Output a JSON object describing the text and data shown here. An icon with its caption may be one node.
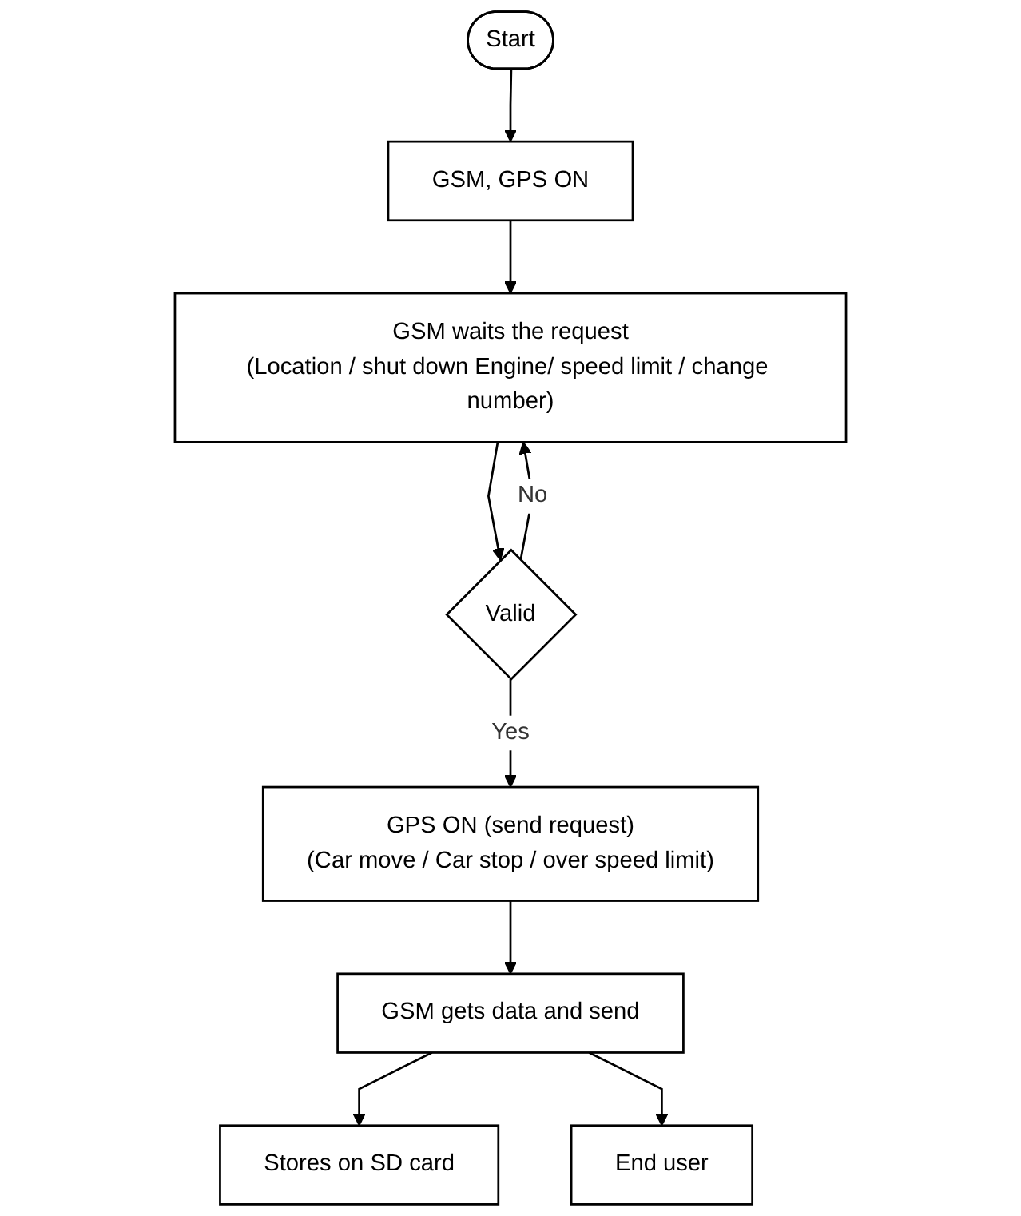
{
  "diagram": {
    "nodes": [
      {
        "text": [
          "Start"
        ]
      },
      {
        "text": [
          "GSM, GPS ON"
        ]
      },
      {
        "text": [
          "GSM waits the request",
          "(Location / shut down Engine/ speed limit / change number)"
        ]
      },
      {
        "text": [
          "Valid"
        ]
      },
      {
        "text": [
          "GPS ON (send request)",
          "(Car move / Car stop / over speed limit)"
        ]
      },
      {
        "text": [
          "GSM gets data and send"
        ]
      },
      {
        "text": [
          "Stores on SD card"
        ]
      },
      {
        "text": [
          "End user"
        ]
      }
    ],
    "edges": [
      {
        "from": 0,
        "to": 1,
        "arrow": "to"
      },
      {
        "from": 1,
        "to": 2,
        "arrow": "to"
      },
      {
        "from": 2,
        "to": 3,
        "arrow": "to"
      },
      {
        "from": 3,
        "to": 2,
        "arrow": "to",
        "label": "No"
      },
      {
        "from": 3,
        "to": 4,
        "arrow": "to",
        "label": "Yes"
      },
      {
        "from": 4,
        "to": 5,
        "arrow": "to"
      },
      {
        "from": 5,
        "to": 6,
        "arrow": "to"
      },
      {
        "from": 5,
        "to": 7,
        "arrow": "to"
      }
    ]
  }
}
